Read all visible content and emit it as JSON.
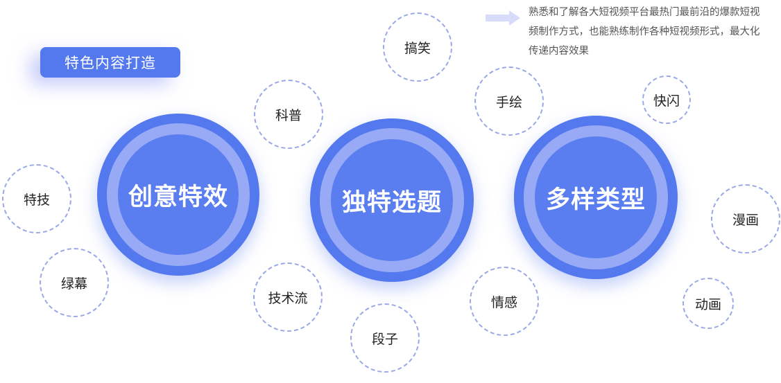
{
  "title": "特色内容打造",
  "description": "熟悉和了解各大短视频平台最热门最前沿的爆款短视频制作方式，也能熟练制作各种短视频形式，最大化传递内容效果",
  "main_circles": [
    "创意特效",
    "独特选题",
    "多样类型"
  ],
  "tags": [
    "特技",
    "绿幕",
    "科普",
    "技术流",
    "搞笑",
    "段子",
    "手绘",
    "情感",
    "快闪",
    "漫画",
    "动画"
  ],
  "colors": {
    "primary": "#5478ee",
    "ring": "#98aaf6",
    "dashed": "#9aa8e6",
    "arrow": "#d6dcfa"
  }
}
